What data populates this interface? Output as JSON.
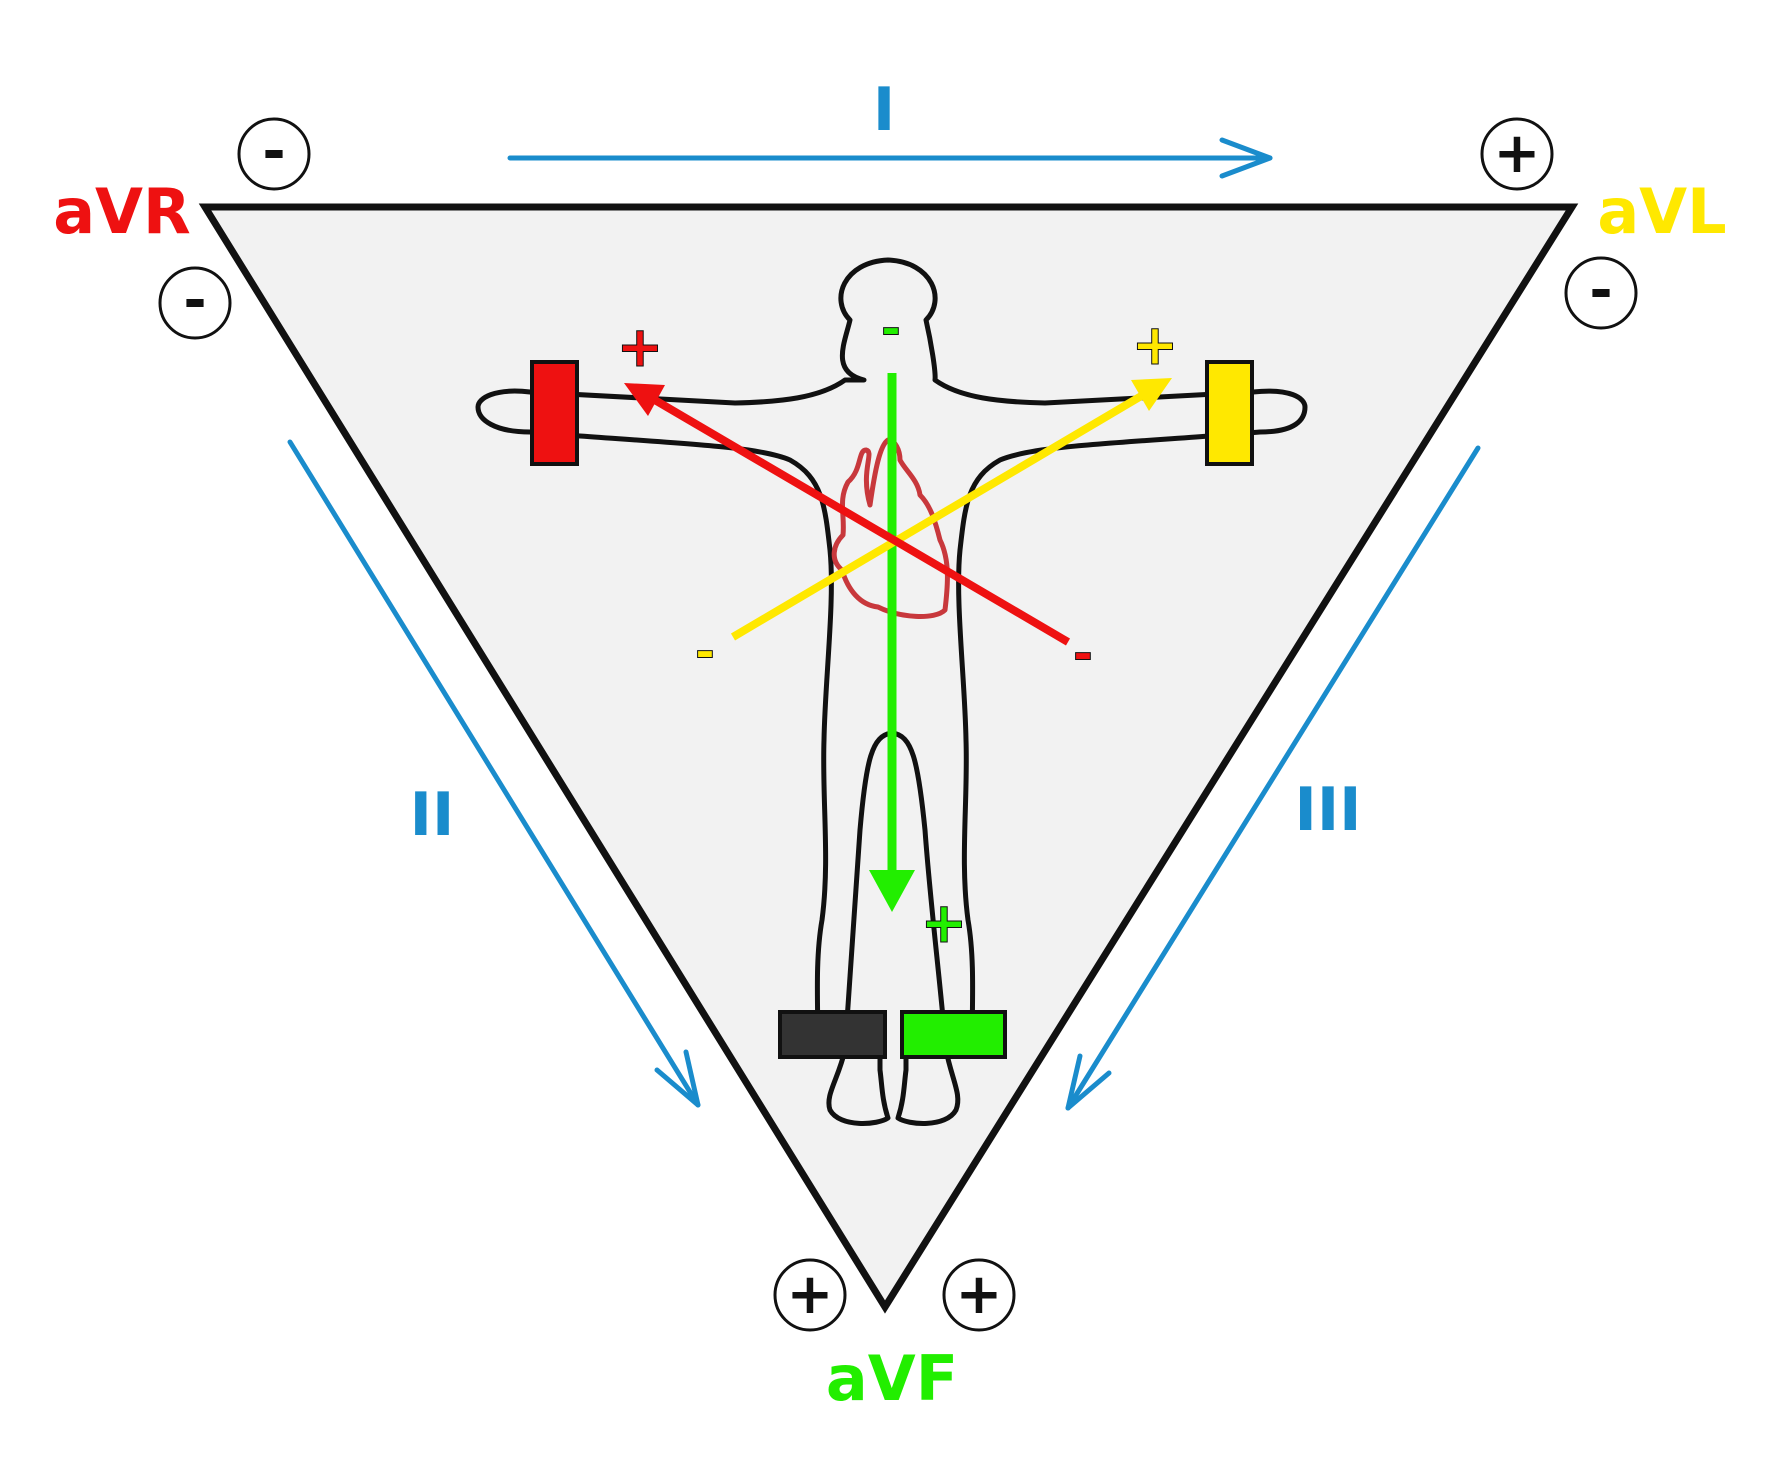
{
  "colors": {
    "avr": "#ee1111",
    "avl": "#ffe800",
    "avf": "#22ee00",
    "bipolar": "#1a8ccc",
    "heart": "#c8383c",
    "triangle_fill": "#f2f2f2",
    "outline": "#111111",
    "right_leg_electrode": "#333333"
  },
  "leads": {
    "lead_i": "I",
    "lead_ii": "II",
    "lead_iii": "III",
    "avr": "aVR",
    "avl": "aVL",
    "avf": "aVF"
  },
  "signs": {
    "plus": "+",
    "minus": "-"
  }
}
